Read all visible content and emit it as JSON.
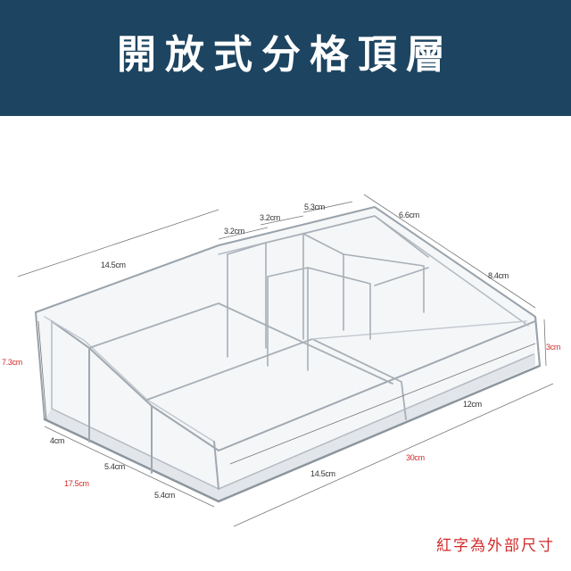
{
  "header": {
    "title": "開放式分格頂層",
    "background": "#1d4460"
  },
  "dimensions": [
    {
      "id": "top-1",
      "label": "5.3cm"
    },
    {
      "id": "top-2",
      "label": "3.2cm"
    },
    {
      "id": "top-3",
      "label": "3.2cm"
    },
    {
      "id": "back-right",
      "label": "6.6cm"
    },
    {
      "id": "back-left",
      "label": "14.5cm"
    },
    {
      "id": "right-depth",
      "label": "8.4cm"
    },
    {
      "id": "height-outer",
      "label": "7.3cm",
      "color": "#d22b2b"
    },
    {
      "id": "height-front",
      "label": "3cm",
      "color": "#d22b2b"
    },
    {
      "id": "inner-12",
      "label": "12cm"
    },
    {
      "id": "length-30",
      "label": "30cm",
      "color": "#d22b2b"
    },
    {
      "id": "inner-145",
      "label": "14.5cm"
    },
    {
      "id": "left-4",
      "label": "4cm"
    },
    {
      "id": "left-54a",
      "label": "5.4cm"
    },
    {
      "id": "left-54b",
      "label": "5.4cm"
    },
    {
      "id": "width-175",
      "label": "17.5cm",
      "color": "#d22b2b"
    }
  ],
  "note": {
    "text": "紅字為外部尺寸",
    "color": "#d22b2b"
  }
}
